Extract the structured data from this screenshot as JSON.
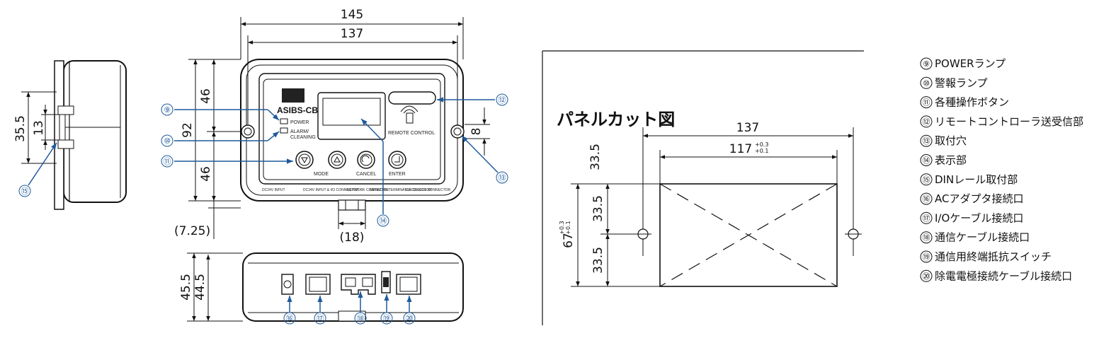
{
  "dims": {
    "width_overall": "145",
    "width_inner": "137",
    "height_overall": "92",
    "height_upper": "46",
    "height_lower": "46",
    "offset_left": "(7.25)",
    "connector_width": "(18)",
    "side_height": "35.5",
    "side_din": "13",
    "hole_dia": "8",
    "bottom_outer": "45.5",
    "bottom_inner": "44.5"
  },
  "device": {
    "model": "ASIBS-CB",
    "power_label": "POWER",
    "alarm_label_1": "ALARM/",
    "alarm_label_2": "CLEANING",
    "remote_label": "REMOTE CONTROL",
    "btn_mode": "MODE",
    "btn_cancel": "CANCEL",
    "btn_enter": "ENTER",
    "conn_labels": [
      "DC24V INPUT",
      "DC24V INPUT & I/O CONNECTOR",
      "NETWORK CONNECTOR",
      "NETWORK TERMINATOR SELECTOR",
      "ELECTRODE CONNECTOR"
    ]
  },
  "panel_cut": {
    "title": "パネルカット図",
    "dim_137": "137",
    "dim_117": "117",
    "tol_117_plus": "+0.3",
    "tol_117_minus": "+0.1",
    "dim_33_5_top": "33.5",
    "dim_33_5_a": "33.5",
    "dim_33_5_b": "33.5",
    "dim_67": "67",
    "tol_67_plus": "+0.3",
    "tol_67_minus": "+0.1"
  },
  "callouts": {
    "c9": "⑨",
    "c10": "⑩",
    "c11": "⑪",
    "c12": "⑫",
    "c13": "⑬",
    "c14": "⑭",
    "c15": "⑮",
    "c16": "⑯",
    "c17": "⑰",
    "c18": "⑱",
    "c19": "⑲",
    "c20": "⑳"
  },
  "legend": [
    {
      "num": "⑨",
      "text": "POWERランプ"
    },
    {
      "num": "⑩",
      "text": "警報ランプ"
    },
    {
      "num": "⑪",
      "text": "各種操作ボタン"
    },
    {
      "num": "⑫",
      "text": "リモートコントローラ送受信部"
    },
    {
      "num": "⑬",
      "text": "取付穴"
    },
    {
      "num": "⑭",
      "text": "表示部"
    },
    {
      "num": "⑮",
      "text": "DINレール取付部"
    },
    {
      "num": "⑯",
      "text": "ACアダプタ接続口"
    },
    {
      "num": "⑰",
      "text": "I/Oケーブル接続口"
    },
    {
      "num": "⑱",
      "text": "通信ケーブル接続口"
    },
    {
      "num": "⑲",
      "text": "通信用終端抵抗スイッチ"
    },
    {
      "num": "⑳",
      "text": "除電電極接続ケーブル接続口"
    }
  ]
}
